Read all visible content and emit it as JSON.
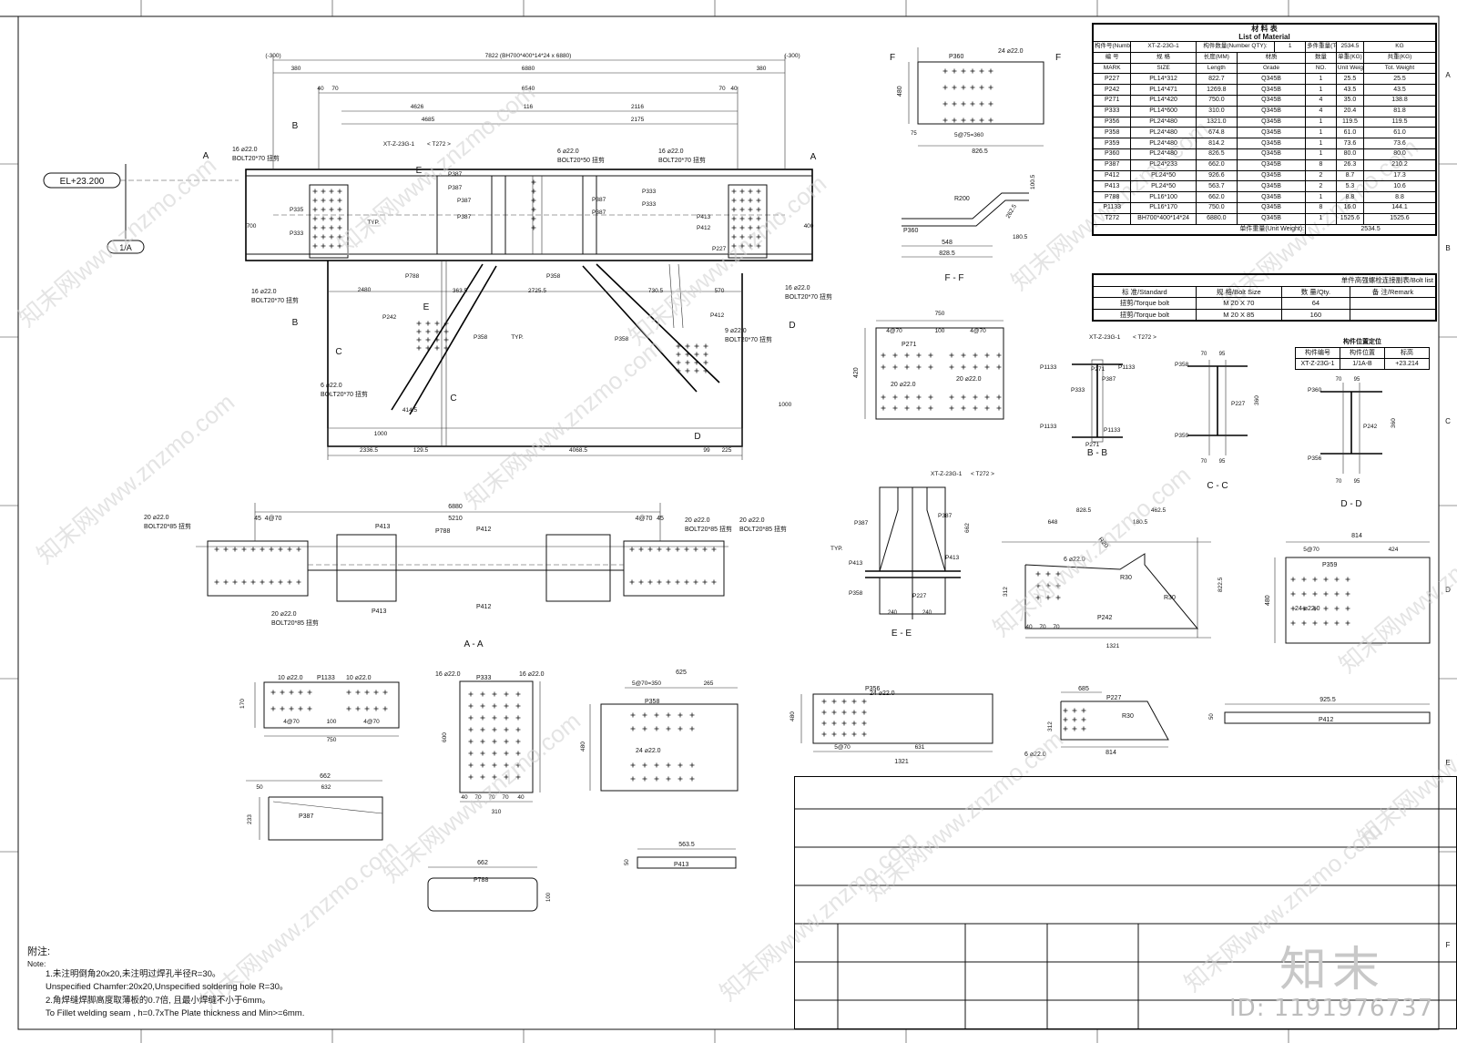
{
  "elevation_label": "EL+23.200",
  "axis_label": "1/A",
  "top_view": {
    "dims_top": [
      "7822 (BH700*400*14*24 x 6880)",
      "(-300)",
      "(-300)",
      "380",
      "6880",
      "380",
      "40",
      "70",
      "6540",
      "70",
      "40",
      "4626",
      "116",
      "2116",
      "4685",
      "2175"
    ],
    "callouts": [
      "16 ⌀22.0",
      "BOLT20*70 扭剪",
      "6 ⌀22.0",
      "BOLT20*50 扭剪",
      "16 ⌀22.0",
      "BOLT20*70 扭剪",
      "16 ⌀22.0",
      "BOLT20*70 扭剪",
      "16 ⌀22.0",
      "BOLT20*70 扭剪",
      "9 ⌀22.0",
      "BOLT20*70 扭剪",
      "6 ⌀22.0",
      "BOLT20*70 扭剪"
    ],
    "parts": [
      "P335",
      "P333",
      "P387",
      "P387",
      "P387",
      "P387",
      "P387",
      "P387",
      "P333",
      "P333",
      "P413",
      "P412",
      "P788",
      "P358",
      "P227",
      "P242",
      "P358",
      "P358",
      "P412"
    ],
    "section_marks": [
      "A",
      "A",
      "B",
      "B",
      "E",
      "E",
      "C",
      "C",
      "D",
      "D",
      "F",
      "F"
    ],
    "labels": [
      "XT-Z-23G-1",
      "< T272 >",
      "TYP.",
      "TYP.",
      "700",
      "400",
      "2480",
      "363.5",
      "2725.5",
      "730.5",
      "570",
      "1000",
      "2336.5",
      "129.5",
      "4068.5",
      "99",
      "225",
      "414.5",
      "1000"
    ]
  },
  "section_aa": {
    "title": "A - A",
    "dims": [
      "6880",
      "45",
      "4@70",
      "5210",
      "4@70",
      "45"
    ],
    "callouts": [
      "20 ⌀22.0",
      "BOLT20*85 扭剪",
      "20 ⌀22.0",
      "BOLT20*85 扭剪",
      "20 ⌀22.0",
      "BOLT20*85 扭剪",
      "20 ⌀22.0",
      "BOLT20*85 扭剪"
    ],
    "parts": [
      "P413",
      "P788",
      "P412",
      "P413",
      "P412"
    ]
  },
  "view_ff_top": {
    "parts": [
      "P360",
      "24 ⌀22.0"
    ],
    "dims": [
      "5@75=360",
      "826.5",
      "480",
      "75"
    ]
  },
  "view_ff": {
    "title": "F - F",
    "parts": [
      "P360",
      "R200"
    ],
    "dims": [
      "548",
      "828.5",
      "100.5",
      "180.5",
      "262.5"
    ]
  },
  "plate_p271": {
    "parts": [
      "P271",
      "20 ⌀22.0",
      "20 ⌀22.0"
    ],
    "dims": [
      "750",
      "4@70",
      "100",
      "4@70",
      "420"
    ]
  },
  "section_bb": {
    "title": "B - B",
    "parts": [
      "XT-Z-23G-1",
      "< T272 >",
      "P1133",
      "P1133",
      "P333",
      "P387",
      "P1133",
      "P1133",
      "P271",
      "P271"
    ]
  },
  "section_cc": {
    "title": "C - C",
    "parts": [
      "P358",
      "P227",
      "P359"
    ],
    "dims": [
      "70",
      "95",
      "70",
      "95",
      "360"
    ]
  },
  "section_dd": {
    "title": "D - D",
    "parts": [
      "P360",
      "P242",
      "P356"
    ],
    "dims": [
      "70",
      "95",
      "70",
      "95",
      "360"
    ]
  },
  "section_ee": {
    "title": "E - E",
    "parts": [
      "XT-Z-23G-1",
      "< T272 >",
      "P387",
      "P387",
      "TYP.",
      "P413",
      "P413",
      "P358",
      "P227"
    ],
    "dims": [
      "240",
      "240",
      "662"
    ]
  },
  "plate_p242": {
    "parts": [
      "6 ⌀22.0",
      "P242",
      "R30",
      "R30",
      "R20"
    ],
    "dims": [
      "828.5",
      "462.5",
      "648",
      "180.5",
      "1321",
      "40",
      "70",
      "70",
      "312",
      "822.5"
    ]
  },
  "plate_p359": {
    "parts": [
      "P359",
      "24 ⌀22.0"
    ],
    "dims": [
      "814",
      "5@70",
      "424",
      "480"
    ]
  },
  "plate_p1133": {
    "parts": [
      "10 ⌀22.0",
      "P1133",
      "10 ⌀22.0"
    ],
    "dims": [
      "4@70",
      "100",
      "4@70",
      "750",
      "170"
    ]
  },
  "plate_p333": {
    "parts": [
      "16 ⌀22.0",
      "P333",
      "16 ⌀22.0"
    ],
    "dims": [
      "40",
      "70",
      "70",
      "70",
      "40",
      "310",
      "600"
    ]
  },
  "plate_p358": {
    "parts": [
      "P358",
      "24 ⌀22.0"
    ],
    "dims": [
      "625",
      "5@70=350",
      "265",
      "480"
    ]
  },
  "plate_p356": {
    "parts": [
      "P356",
      "24 ⌀22.0"
    ],
    "dims": [
      "5@70",
      "1321",
      "631",
      "480"
    ]
  },
  "plate_p227": {
    "parts": [
      "P227",
      "R30",
      "6 ⌀22.0"
    ],
    "dims": [
      "685",
      "814",
      "312"
    ]
  },
  "plate_p412": {
    "parts": [
      "P412"
    ],
    "dims": [
      "925.5",
      "50"
    ]
  },
  "plate_p387": {
    "parts": [
      "P387"
    ],
    "dims": [
      "662",
      "50",
      "632",
      "233"
    ]
  },
  "plate_p788": {
    "parts": [
      "P788"
    ],
    "dims": [
      "662",
      "100"
    ]
  },
  "plate_p413": {
    "parts": [
      "P413"
    ],
    "dims": [
      "563.5",
      "50"
    ]
  },
  "bom": {
    "title_cn": "材 料 表",
    "title_en": "List of Material",
    "member_mark_label": "构件号(Number Mark):",
    "member_mark": "XT-Z-23G-1",
    "qty_label": "构件数量(Number QTY):",
    "qty": "1",
    "weight_label": "多件重量(Tot. Weight):",
    "weight": "2534.5",
    "weight_unit": "KG",
    "headers_cn": [
      "编 号",
      "规 格",
      "长度(MM)",
      "材质",
      "数量",
      "单重(KG)",
      "共重(KG)"
    ],
    "headers_en": [
      "MARK",
      "SIZE",
      "Length",
      "Grade",
      "NO.",
      "Unit Weight",
      "Tot. Weight"
    ],
    "rows": [
      [
        "P227",
        "PL14*312",
        "822.7",
        "Q345B",
        "1",
        "25.5",
        "25.5"
      ],
      [
        "P242",
        "PL14*471",
        "1269.8",
        "Q345B",
        "1",
        "43.5",
        "43.5"
      ],
      [
        "P271",
        "PL14*420",
        "750.0",
        "Q345B",
        "4",
        "35.0",
        "138.8"
      ],
      [
        "P333",
        "PL14*600",
        "310.0",
        "Q345B",
        "4",
        "20.4",
        "81.8"
      ],
      [
        "P356",
        "PL24*480",
        "1321.0",
        "Q345B",
        "1",
        "119.5",
        "119.5"
      ],
      [
        "P358",
        "PL24*480",
        "674.8",
        "Q345B",
        "1",
        "61.0",
        "61.0"
      ],
      [
        "P359",
        "PL24*480",
        "814.2",
        "Q345B",
        "1",
        "73.6",
        "73.6"
      ],
      [
        "P360",
        "PL24*480",
        "826.5",
        "Q345B",
        "1",
        "80.0",
        "80.0"
      ],
      [
        "P387",
        "PL24*233",
        "662.0",
        "Q345B",
        "8",
        "26.3",
        "210.2"
      ],
      [
        "P412",
        "PL24*50",
        "926.6",
        "Q345B",
        "2",
        "8.7",
        "17.3"
      ],
      [
        "P413",
        "PL24*50",
        "563.7",
        "Q345B",
        "2",
        "5.3",
        "10.6"
      ],
      [
        "P788",
        "PL16*100",
        "662.0",
        "Q345B",
        "1",
        "8.8",
        "8.8"
      ],
      [
        "P1133",
        "PL16*170",
        "750.0",
        "Q345B",
        "8",
        "16.0",
        "144.1"
      ],
      [
        "T272",
        "BH700*400*14*24",
        "6880.0",
        "Q345B",
        "1",
        "1525.6",
        "1525.6"
      ]
    ],
    "unit_weight_label": "单件重量(Unit Weight):",
    "unit_weight": "2534.5"
  },
  "bolt_list": {
    "title": "单件高强螺栓连接副表/Bolt list",
    "headers": [
      "标 准/Standard",
      "规 格/Bolt Size",
      "数 量/Qty.",
      "备 注/Remark"
    ],
    "rows": [
      [
        "扭剪/Torque bolt",
        "M 20 X 70",
        "64",
        ""
      ],
      [
        "扭剪/Torque bolt",
        "M 20 X 85",
        "160",
        ""
      ]
    ]
  },
  "position_table": {
    "title": "构件位置定位",
    "headers": [
      "构件编号",
      "构件位置",
      "标高"
    ],
    "row": [
      "XT-Z-23G-1",
      "1/1A-B",
      "+23.214"
    ]
  },
  "notes": {
    "title_cn": "附注:",
    "title_en": "Note:",
    "lines": [
      "1.未注明倒角20x20,未注明过焊孔半径R=30。",
      "Unspecified Chamfer:20x20,Unspecified soldering hole R=30。",
      "2.角焊缝焊脚高度取薄板的0.7倍, 且最小焊缝不小于6mm。",
      "To Fillet welding seam , h=0.7xThe Plate thickness and Min>=6mm."
    ]
  },
  "frame": {
    "row_labels": [
      "A",
      "B",
      "C",
      "D",
      "E",
      "F"
    ]
  },
  "watermark": {
    "site": "知末网www.znzmo.com",
    "logo": "知末",
    "id": "ID: 1191976737"
  }
}
